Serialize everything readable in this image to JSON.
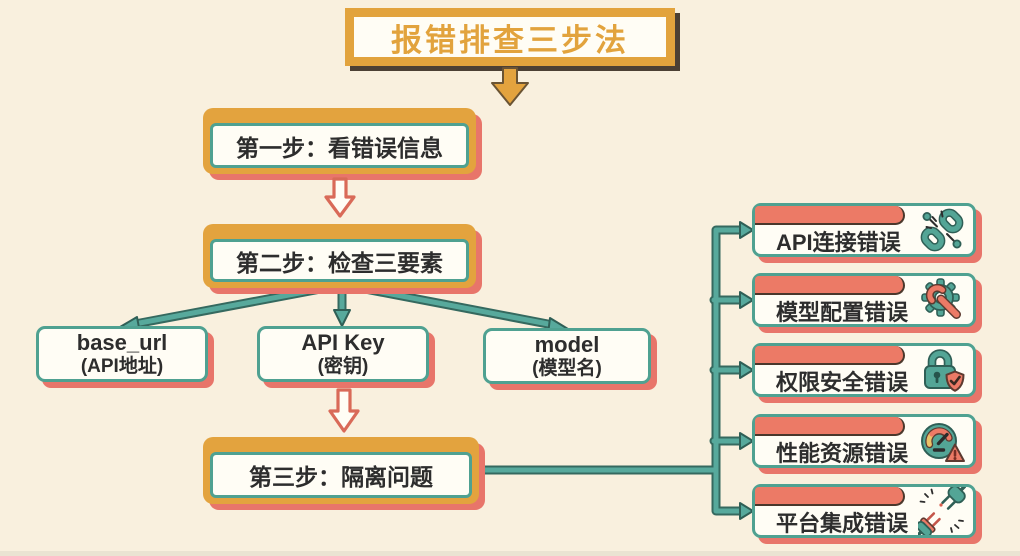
{
  "title": {
    "text": "报错排查三步法"
  },
  "steps": [
    {
      "label": "第一步：看错误信息"
    },
    {
      "label": "第二步：检查三要素"
    },
    {
      "label": "第三步：隔离问题"
    }
  ],
  "elements": [
    {
      "line1": "base_url",
      "line2": "(API地址)"
    },
    {
      "line1": "API Key",
      "line2": "(密钥)"
    },
    {
      "line1": "model",
      "line2": "(模型名)"
    }
  ],
  "errors": [
    {
      "label": "API连接错误",
      "icon": "broken-link-icon"
    },
    {
      "label": "模型配置错误",
      "icon": "gear-wrench-icon"
    },
    {
      "label": "权限安全错误",
      "icon": "lock-shield-icon"
    },
    {
      "label": "性能资源错误",
      "icon": "gauge-warning-icon"
    },
    {
      "label": "平台集成错误",
      "icon": "unplugged-icon"
    }
  ],
  "colors": {
    "background": "#f9f0de",
    "orange": "#e3a33e",
    "salmon": "#e8756a",
    "teal": "#4fa191",
    "teal_dark": "#2f5f56",
    "text_dark": "#2d2d2d",
    "title_shadow": "#4c4034",
    "white": "#fffdf5"
  }
}
